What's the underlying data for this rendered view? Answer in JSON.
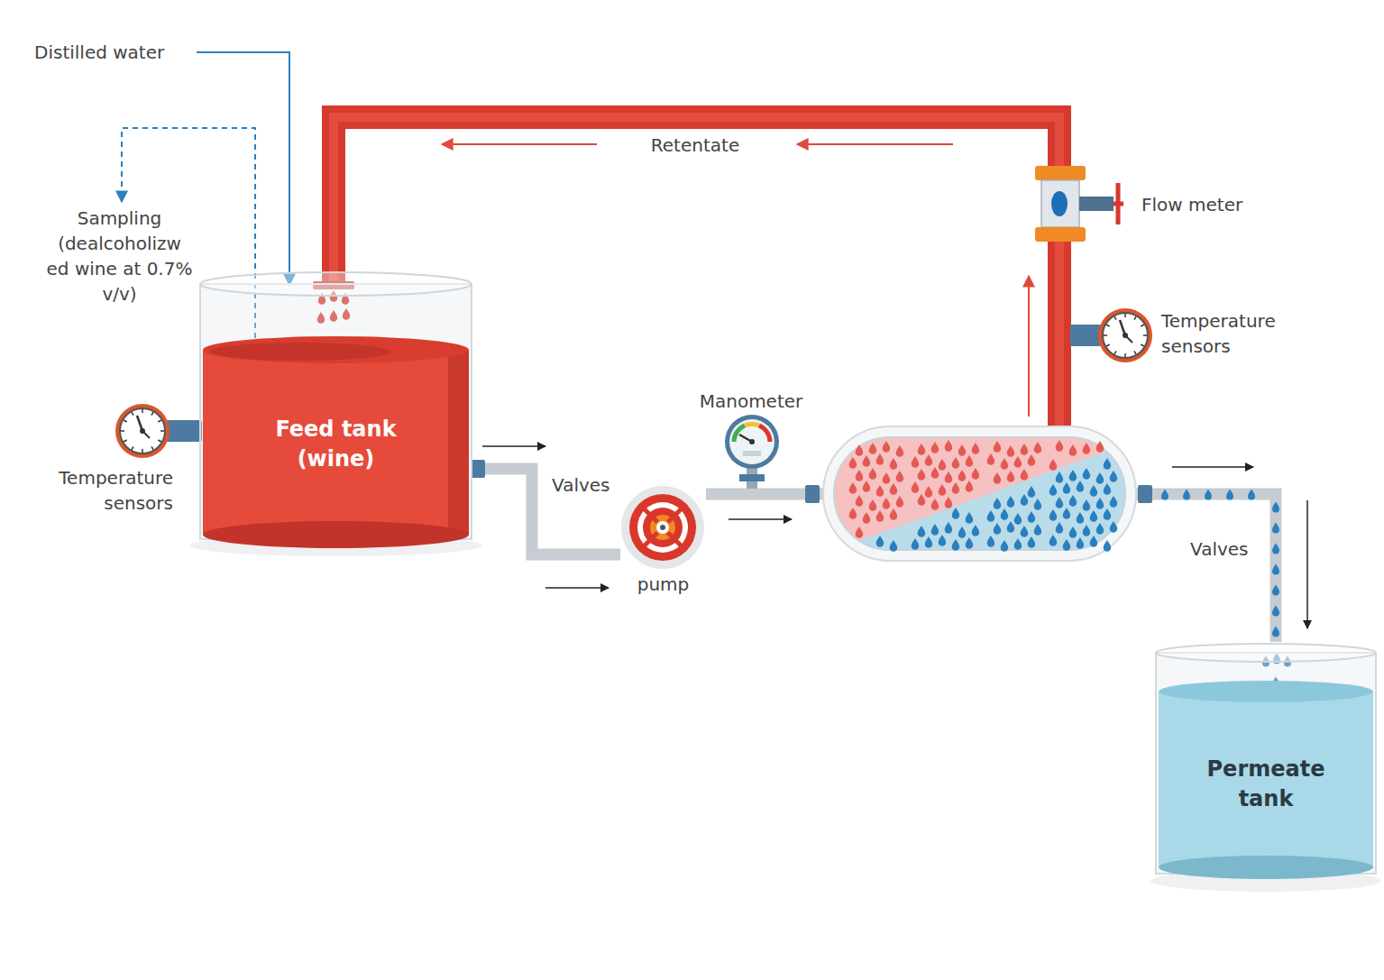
{
  "diagram": {
    "nodes": [
      {
        "text": [
          "Feed tank (wine)"
        ]
      },
      {
        "text": [
          "pump"
        ]
      },
      {
        "text": [
          "Permeate tank"
        ]
      }
    ],
    "edges": [
      {
        "from": 0,
        "to": 1,
        "arrow": "none"
      },
      {
        "from": 1,
        "to": 2,
        "arrow": "none"
      }
    ],
    "labels": [
      "Distilled water",
      "Sampling (dealcoholizw ed wine at 0.7% v/v)",
      "Retentate",
      "Flow meter",
      "Temperature sensors",
      "Manometer",
      "Valves",
      "Temperature sensors",
      "Valves"
    ]
  }
}
